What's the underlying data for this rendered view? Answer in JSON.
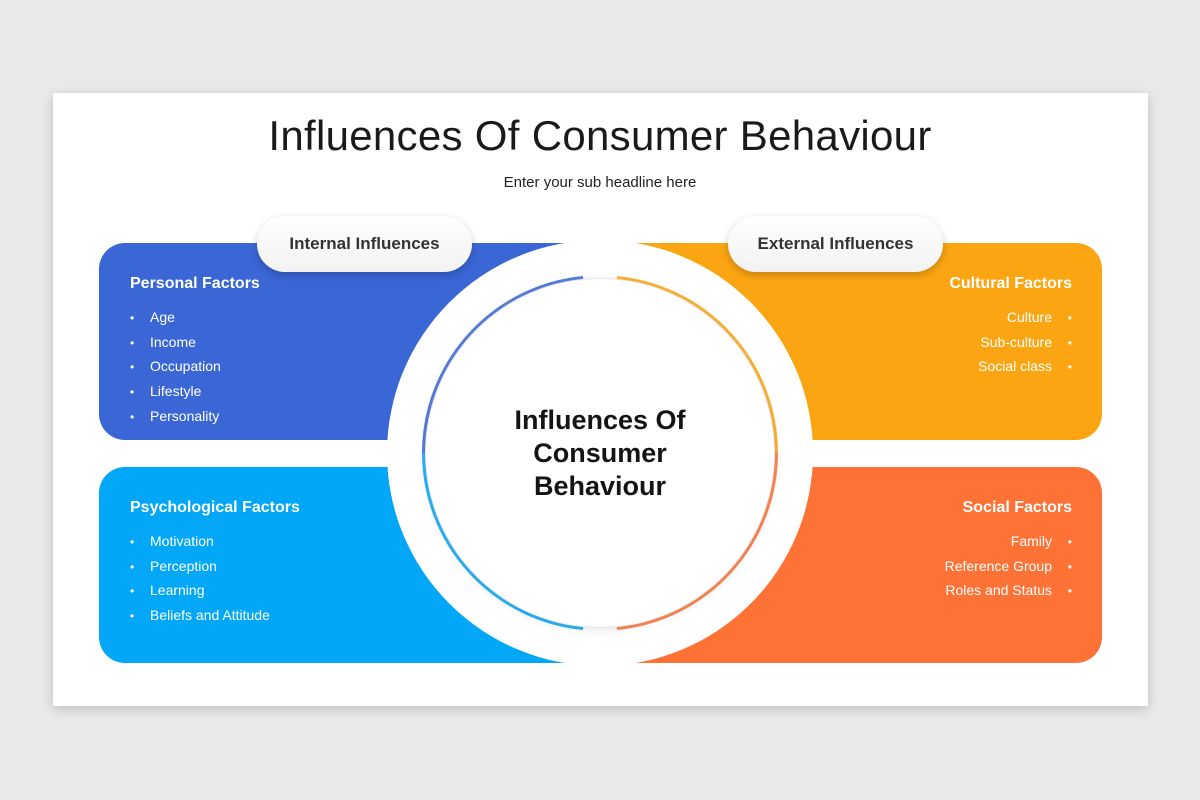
{
  "title": "Influences Of Consumer Behaviour",
  "subtitle": "Enter your sub headline here",
  "groups": {
    "internal": "Internal Influences",
    "external": "External Influences"
  },
  "center": "Influences Of Consumer Behaviour",
  "panels": {
    "personal": {
      "title": "Personal Factors",
      "items": [
        "Age",
        "Income",
        "Occupation",
        "Lifestyle",
        "Personality"
      ],
      "color": "#3a66d6"
    },
    "cultural": {
      "title": "Cultural Factors",
      "items": [
        "Culture",
        "Sub-culture",
        "Social class"
      ],
      "color": "#fca512"
    },
    "psychological": {
      "title": "Psychological Factors",
      "items": [
        "Motivation",
        "Perception",
        "Learning",
        "Beliefs and Attitude"
      ],
      "color": "#02a7f7"
    },
    "social": {
      "title": "Social Factors",
      "items": [
        "Family",
        "Reference Group",
        "Roles and Status"
      ],
      "color": "#ff7236"
    }
  },
  "bullet": "•"
}
